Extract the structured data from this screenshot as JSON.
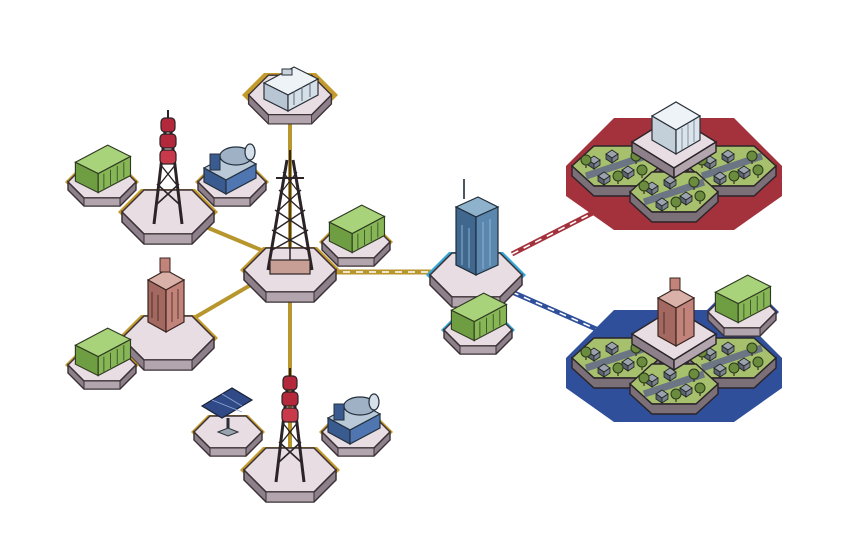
{
  "diagram": {
    "kind": "isometric-network-topology",
    "text_labels": [],
    "colors": {
      "tile_top": "#e7dde2",
      "tile_side": "#a89aa2",
      "tile_dark": "#6f6570",
      "gold_border": "#c49a2c",
      "gold_link": "#b8962e",
      "cyan_border": "#33a8d8",
      "red_border": "#a3323c",
      "blue_border": "#2f4f9a",
      "grass": "#9dbb6b",
      "road": "#6f7a86",
      "container": "#7bb04a",
      "tower_red": "#b3283a",
      "building_blue": "#4f7fa8",
      "brick": "#b0706a",
      "office_white": "#dfe7ee"
    },
    "nodes": [
      {
        "id": "hub-tower",
        "icon": "lattice-tower"
      },
      {
        "id": "office-top",
        "icon": "office-building"
      },
      {
        "id": "red-tower-left",
        "icon": "red-radio-tower"
      },
      {
        "id": "container-left-top",
        "icon": "container-unit"
      },
      {
        "id": "generator-top",
        "icon": "generator-unit"
      },
      {
        "id": "container-hub",
        "icon": "container-unit"
      },
      {
        "id": "brick-building",
        "icon": "brick-building"
      },
      {
        "id": "container-left-bottom",
        "icon": "container-unit"
      },
      {
        "id": "red-tower-bottom",
        "icon": "red-radio-tower"
      },
      {
        "id": "solar-panel",
        "icon": "solar-panel"
      },
      {
        "id": "generator-bottom",
        "icon": "generator-unit"
      },
      {
        "id": "skyscraper",
        "icon": "skyscraper"
      },
      {
        "id": "container-center",
        "icon": "container-unit"
      },
      {
        "id": "town-red",
        "icon": "town-cluster-office"
      },
      {
        "id": "town-blue",
        "icon": "town-cluster-brick"
      },
      {
        "id": "container-right",
        "icon": "container-unit"
      }
    ],
    "links": [
      {
        "from": "hub-tower",
        "to": "office-top",
        "style": "solid-gold"
      },
      {
        "from": "hub-tower",
        "to": "red-tower-left",
        "style": "solid-gold"
      },
      {
        "from": "hub-tower",
        "to": "brick-building",
        "style": "solid-gold"
      },
      {
        "from": "hub-tower",
        "to": "red-tower-bottom",
        "style": "solid-gold"
      },
      {
        "from": "hub-tower",
        "to": "skyscraper",
        "style": "dashed-gold"
      },
      {
        "from": "skyscraper",
        "to": "town-red",
        "style": "dashed-red"
      },
      {
        "from": "skyscraper",
        "to": "town-blue",
        "style": "dashed-blue-arrow"
      }
    ]
  }
}
